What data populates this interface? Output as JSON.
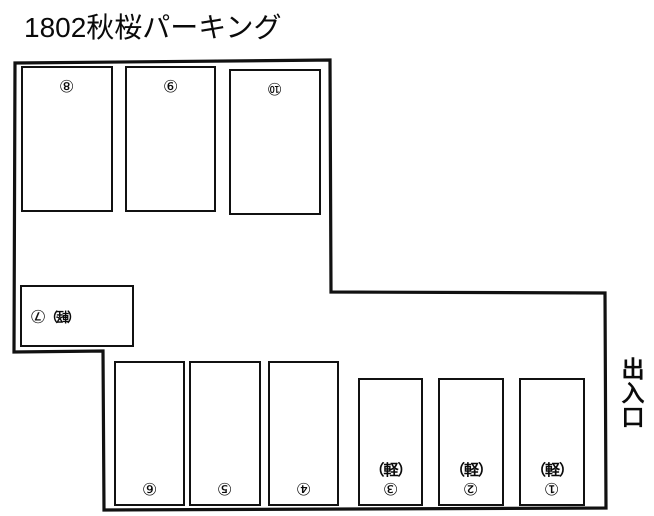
{
  "title": "1802秋桜パーキング",
  "entrance_label": "出入口",
  "kei_tag": "（軽）",
  "colors": {
    "ink": "#111111",
    "paper": "#ffffff"
  },
  "stalls": {
    "top_row": [
      {
        "id": "stall-8",
        "number": "⑧",
        "kei": false
      },
      {
        "id": "stall-9",
        "number": "⑨",
        "kei": false
      },
      {
        "id": "stall-10",
        "number": "⑩",
        "kei": false
      }
    ],
    "middle_row": [
      {
        "id": "stall-7",
        "number": "⑦",
        "kei": true,
        "kei_tag": "（軽）"
      }
    ],
    "bottom_row": [
      {
        "id": "stall-6",
        "number": "⑥",
        "kei": false
      },
      {
        "id": "stall-5",
        "number": "⑤",
        "kei": false
      },
      {
        "id": "stall-4",
        "number": "④",
        "kei": false
      },
      {
        "id": "stall-3",
        "number": "③",
        "kei": true,
        "kei_tag": "（軽）"
      },
      {
        "id": "stall-2",
        "number": "②",
        "kei": true,
        "kei_tag": "（軽）"
      },
      {
        "id": "stall-1",
        "number": "①",
        "kei": true,
        "kei_tag": "（軽）"
      }
    ]
  }
}
